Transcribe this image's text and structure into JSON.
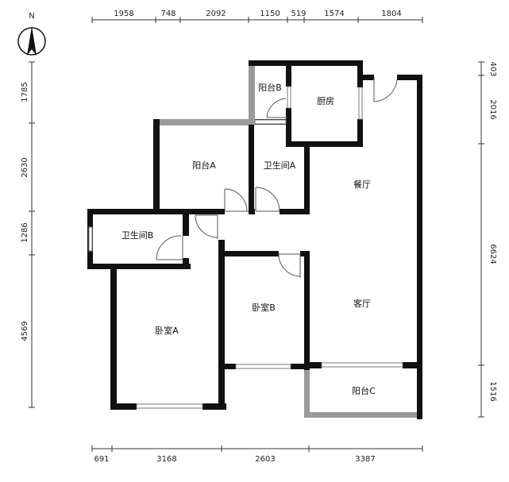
{
  "compass": {
    "label": "N"
  },
  "dimensions": {
    "top": [
      "1958",
      "748",
      "2092",
      "1150",
      "519",
      "1574",
      "1804"
    ],
    "bottom": [
      "691",
      "3168",
      "2603",
      "3387"
    ],
    "left": [
      "1785",
      "2630",
      "1286",
      "4569"
    ],
    "right": [
      "403",
      "2016",
      "6624",
      "1516"
    ]
  },
  "rooms": {
    "balcony_b": "阳台B",
    "kitchen": "厨房",
    "balcony_a": "阳台A",
    "bathroom_a": "卫生间A",
    "dining": "餐厅",
    "bathroom_b": "卫生间B",
    "bedroom_b": "卧室B",
    "living": "客厅",
    "bedroom_a": "卧室A",
    "balcony_c": "阳台C"
  }
}
